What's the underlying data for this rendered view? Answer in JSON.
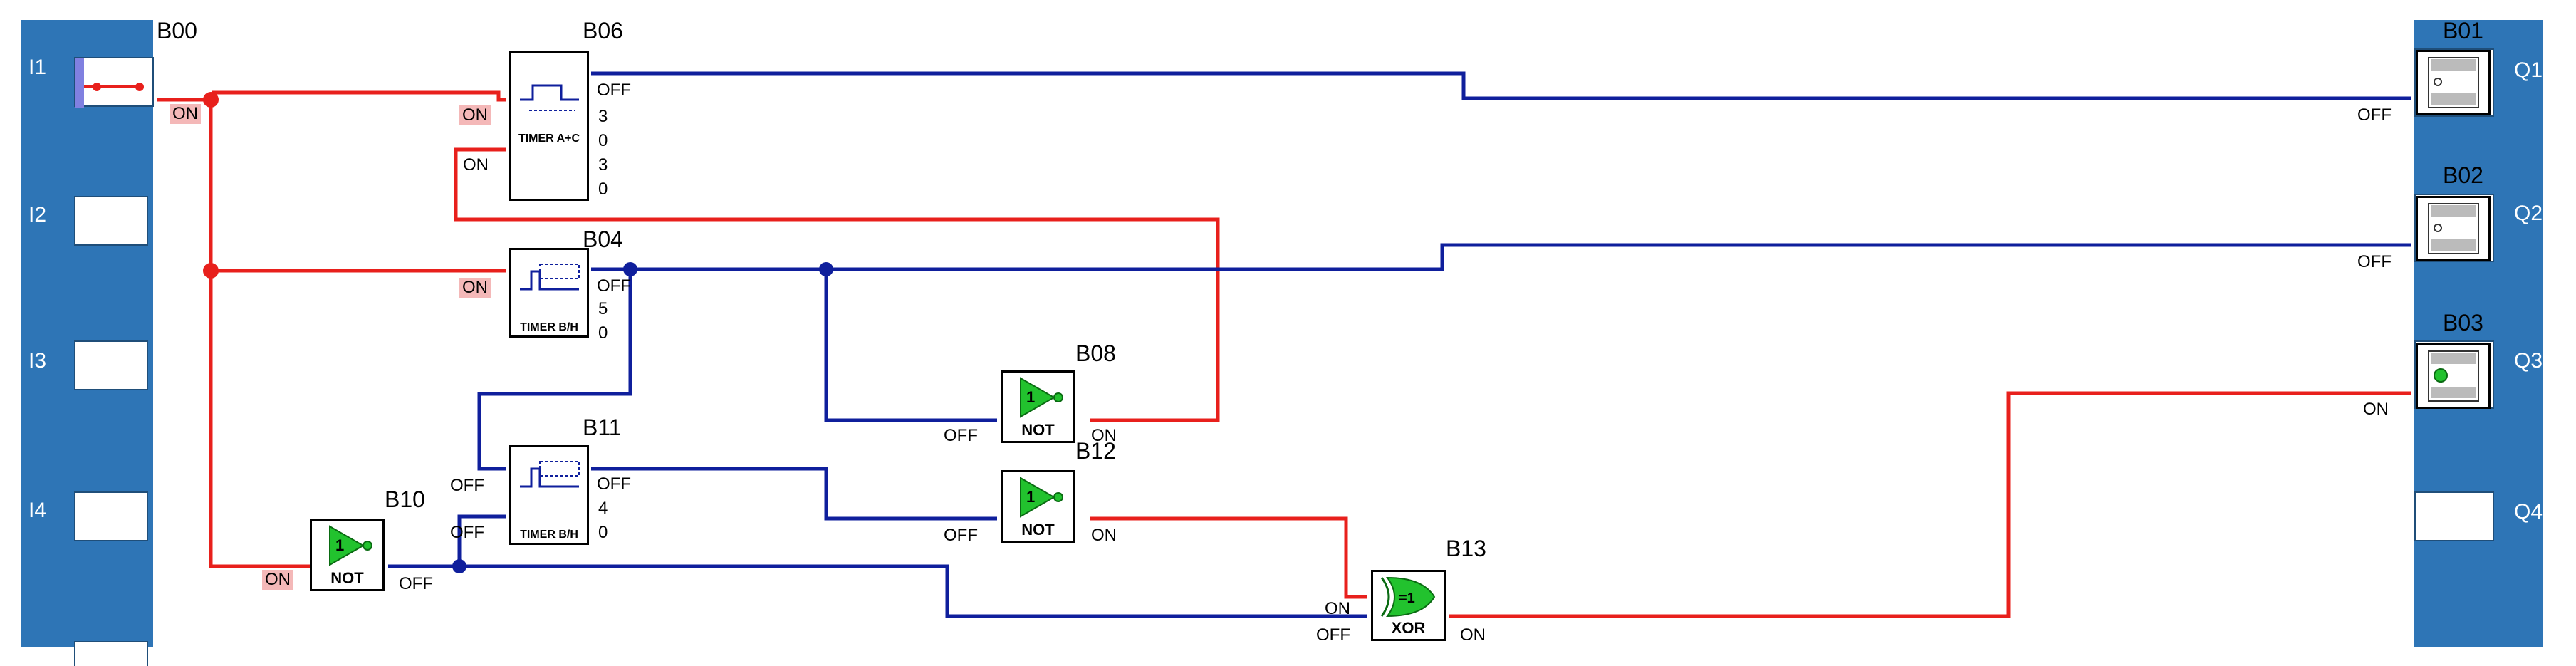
{
  "inputs": {
    "items": [
      {
        "label": "I1"
      },
      {
        "label": "I2"
      },
      {
        "label": "I3"
      },
      {
        "label": "I4"
      }
    ]
  },
  "outputs": {
    "items": [
      {
        "label": "Q1"
      },
      {
        "label": "Q2"
      },
      {
        "label": "Q3"
      },
      {
        "label": "Q4"
      }
    ]
  },
  "blocks": {
    "b00": {
      "name": "B00",
      "state": "ON"
    },
    "b06": {
      "name": "B06",
      "kind": "TIMER A+C",
      "in1": "ON",
      "in2": "ON",
      "out": "OFF",
      "p1": "3",
      "p2": "0",
      "p3": "3",
      "p4": "0"
    },
    "b04": {
      "name": "B04",
      "kind": "TIMER B/H",
      "in1": "ON",
      "out": "OFF",
      "p1": "5",
      "p2": "0"
    },
    "b11": {
      "name": "B11",
      "kind": "TIMER B/H",
      "in1": "OFF",
      "in2": "OFF",
      "out": "OFF",
      "p1": "4",
      "p2": "0"
    },
    "b08": {
      "name": "B08",
      "kind": "NOT",
      "symbol": "1",
      "in": "OFF",
      "out": "ON"
    },
    "b12": {
      "name": "B12",
      "kind": "NOT",
      "symbol": "1",
      "in": "OFF",
      "out": "ON"
    },
    "b10": {
      "name": "B10",
      "kind": "NOT",
      "symbol": "1",
      "in": "ON",
      "out": "OFF"
    },
    "b13": {
      "name": "B13",
      "kind": "XOR",
      "symbol": "=1",
      "in1": "ON",
      "in2": "OFF",
      "out": "ON"
    },
    "b01": {
      "name": "B01",
      "in": "OFF"
    },
    "b02": {
      "name": "B02",
      "in": "OFF"
    },
    "b03": {
      "name": "B03",
      "in": "ON"
    }
  },
  "colors": {
    "on": "#e8201c",
    "off": "#0f1f9c",
    "rail": "#2e75b6",
    "gate": "#22c22e"
  }
}
